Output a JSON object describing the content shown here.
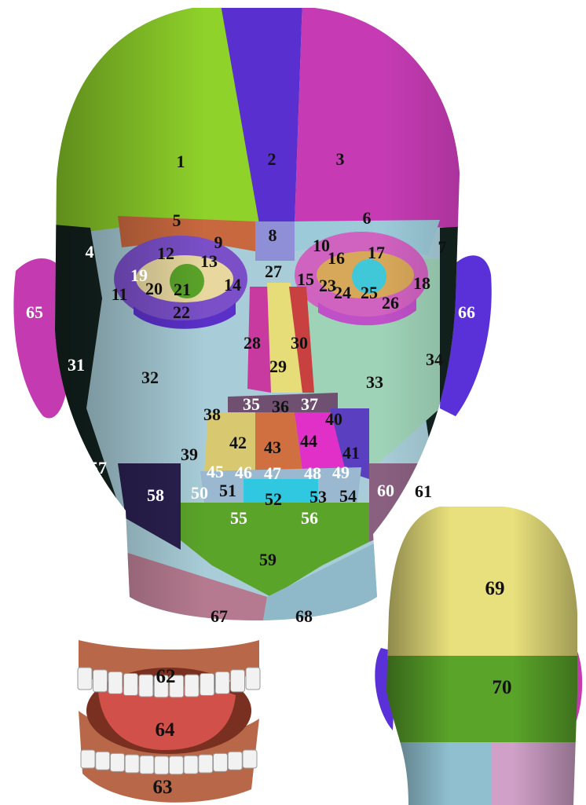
{
  "colors": {
    "forehead_left": "#8fd22a",
    "forehead_center": "#5a2fd0",
    "forehead_right": "#c63bb4",
    "brow_left": "#c8683f",
    "brow_right": "#9ccad9",
    "cheek": "#a8cdd8",
    "cheek_right": "#9fd3b8",
    "side_dark": "#142420",
    "nose": "#e6dc78",
    "chin": "#5aa42a",
    "ear_left": "#c43ab0",
    "ear_right": "#5a30d8",
    "back_top": "#e8e07c",
    "back_mid": "#5aa42a",
    "neck_left": "#b57a8f",
    "neck_right": "#8fb9c8",
    "gums": "#b86848",
    "tongue": "#d2504a",
    "teeth": "#f2f2f2"
  },
  "labels": {
    "l1": "1",
    "l2": "2",
    "l3": "3",
    "l4": "4",
    "l5": "5",
    "l6": "6",
    "l7": "7",
    "l8": "8",
    "l9": "9",
    "l10": "10",
    "l11": "11",
    "l12": "12",
    "l13": "13",
    "l14": "14",
    "l15": "15",
    "l16": "16",
    "l17": "17",
    "l18": "18",
    "l19": "19",
    "l20": "20",
    "l21": "21",
    "l22": "22",
    "l23": "23",
    "l24": "24",
    "l25": "25",
    "l26": "26",
    "l27": "27",
    "l28": "28",
    "l29": "29",
    "l30": "30",
    "l31": "31",
    "l32": "32",
    "l33": "33",
    "l34": "34",
    "l35": "35",
    "l36": "36",
    "l37": "37",
    "l38": "38",
    "l39": "39",
    "l40": "40",
    "l41": "41",
    "l42": "42",
    "l43": "43",
    "l44": "44",
    "l45": "45",
    "l46": "46",
    "l47": "47",
    "l48": "48",
    "l49": "49",
    "l50": "50",
    "l51": "51",
    "l52": "52",
    "l53": "53",
    "l54": "54",
    "l55": "55",
    "l56": "56",
    "l57": "57",
    "l58": "58",
    "l59": "59",
    "l60": "60",
    "l61": "61",
    "l62": "62",
    "l63": "63",
    "l64": "64",
    "l65": "65",
    "l66": "66",
    "l67": "67",
    "l68": "68",
    "l69": "69",
    "l70": "70"
  }
}
